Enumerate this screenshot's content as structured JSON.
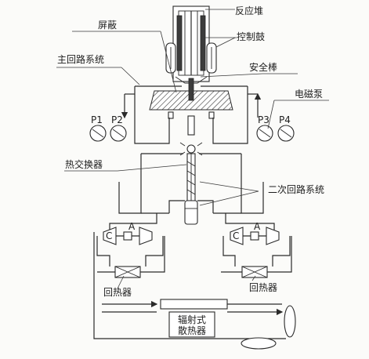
{
  "labels": {
    "reactor": "反应堆",
    "shield": "屏蔽",
    "control_drum": "控制鼓",
    "primary_loop": "主回路系统",
    "safety_rod": "安全棒",
    "em_pump": "电磁泵",
    "heat_exchanger": "热交换器",
    "secondary_loop": "二次回路系统",
    "recuperator_left": "回热器",
    "recuperator_right": "回热器",
    "radiator_line1": "辐射式",
    "radiator_line2": "散热器"
  },
  "pumps": {
    "p1": "P1",
    "p2": "P2",
    "p3": "P3",
    "p4": "P4"
  },
  "turbine": {
    "left_a": "A",
    "left_c": "C",
    "right_a": "A",
    "right_c": "C"
  }
}
